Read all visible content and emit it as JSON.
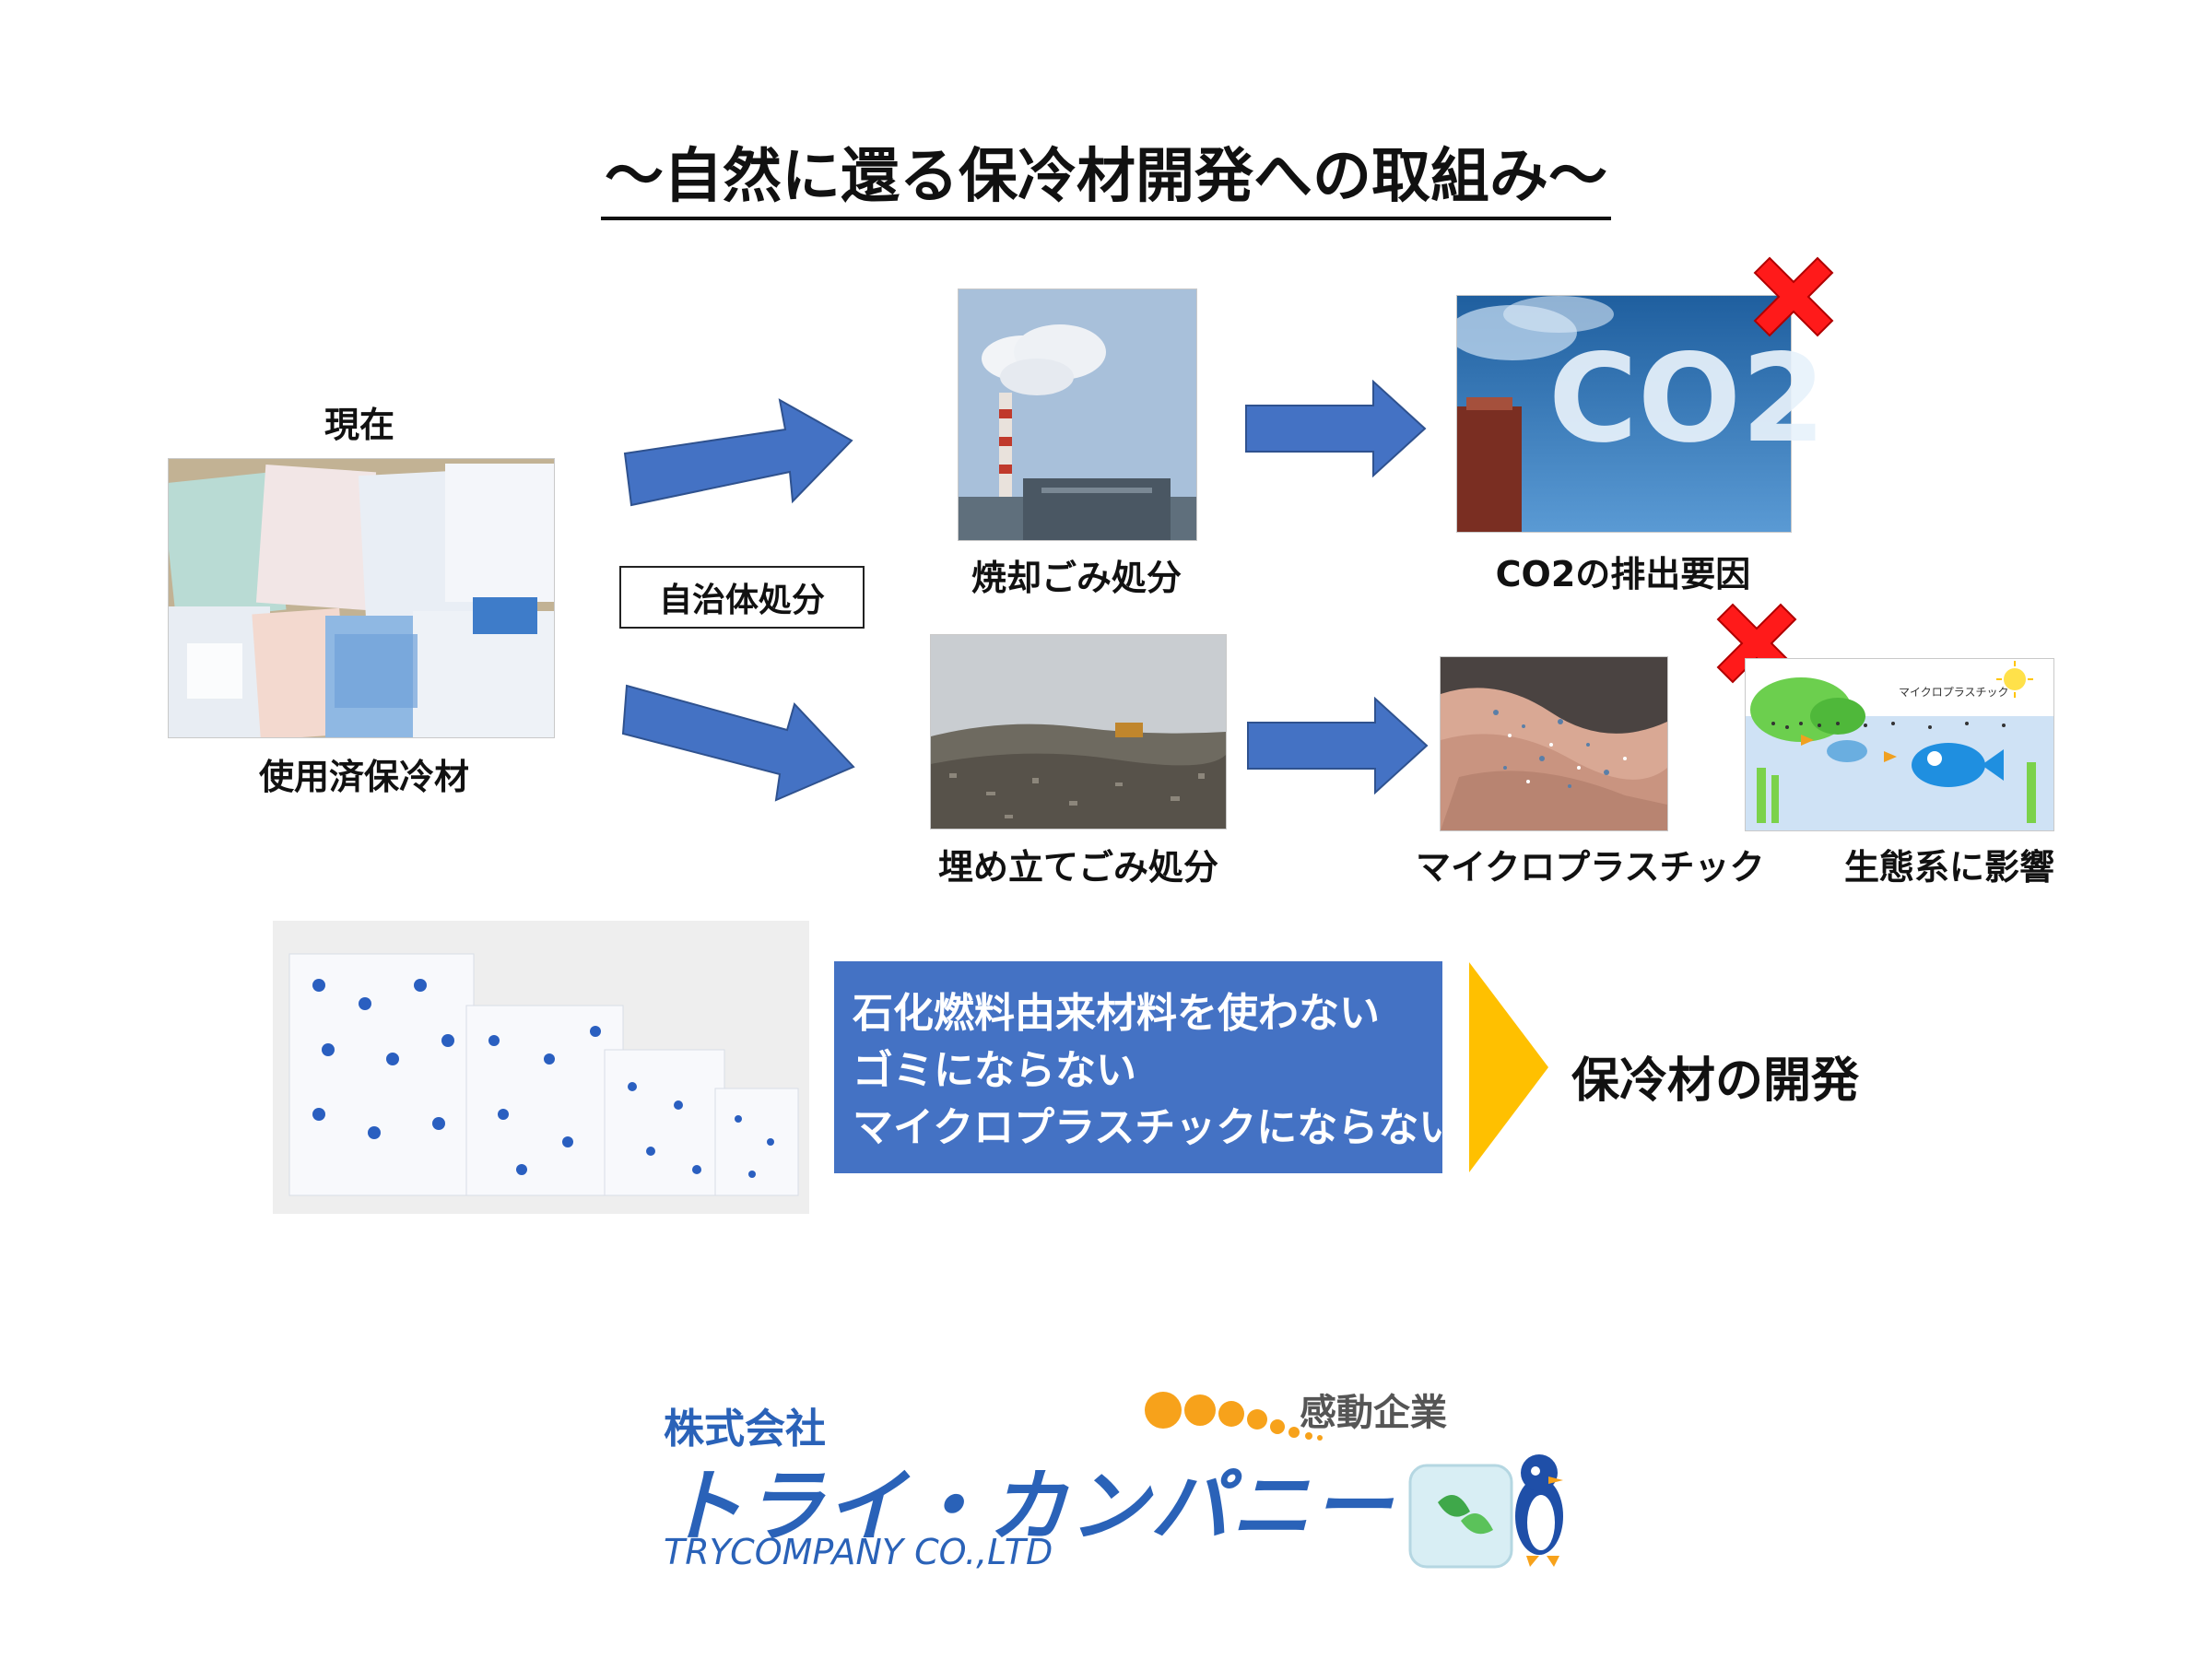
{
  "title": "～自然に還る保冷材開発への取組み～",
  "current_label": "現在",
  "used_pack_label": "使用済保冷材",
  "disposal_label": "自治体処分",
  "incineration_label": "焼却ごみ処分",
  "co2_photo_text": "CO2",
  "co2_label": "CO2の排出要因",
  "landfill_label": "埋め立てごみ処分",
  "microplastic_label": "マイクロプラスチック",
  "ecosystem_label": "生態系に影響",
  "ecosystem_caption": "マイクロプラスチック",
  "goals": [
    "石化燃料由来材料を使わない",
    "ゴミにならない",
    "マイクロプラスチックにならない"
  ],
  "result_label": "保冷材の開発",
  "company": {
    "prefix": "株式会社",
    "name": "トライ・カンパニー",
    "name_en": "TRYCOMPANY CO.,LTD",
    "tagline": "感動企業"
  },
  "colors": {
    "arrow_blue": "#4472c4",
    "box_blue": "#4472c4",
    "cross_red": "#ff1a1a",
    "chevron_yellow": "#ffc000",
    "logo_blue": "#2a62b8",
    "dot_orange": "#f7a21b"
  }
}
